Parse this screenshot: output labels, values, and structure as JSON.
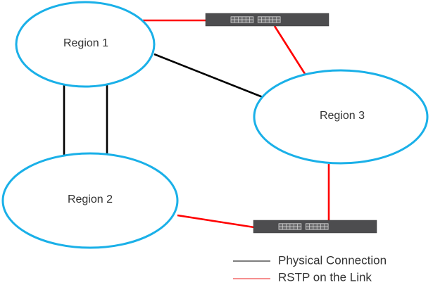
{
  "diagram": {
    "regions": [
      {
        "id": "region-1",
        "label": "Region 1"
      },
      {
        "id": "region-2",
        "label": "Region 2"
      },
      {
        "id": "region-3",
        "label": "Region 3"
      }
    ],
    "switches": [
      {
        "id": "switch-top",
        "port_rows": 2,
        "port_columns_per_block": 6,
        "port_blocks": 2
      },
      {
        "id": "switch-bottom",
        "port_rows": 2,
        "port_columns_per_block": 6,
        "port_blocks": 2
      }
    ],
    "links": [
      {
        "from": "region-1",
        "to": "switch-top",
        "type": "rstp"
      },
      {
        "from": "switch-top",
        "to": "region-3",
        "type": "rstp"
      },
      {
        "from": "region-1",
        "to": "region-3",
        "type": "physical"
      },
      {
        "from": "region-1",
        "to": "region-2",
        "type": "physical"
      },
      {
        "from": "region-1",
        "to": "region-2",
        "type": "physical"
      },
      {
        "from": "region-3",
        "to": "switch-bottom",
        "type": "rstp"
      },
      {
        "from": "region-2",
        "to": "switch-bottom",
        "type": "rstp"
      }
    ],
    "colors": {
      "region_outline": "#1ab0e8",
      "physical_link": "#000000",
      "rstp_link": "#ff0000",
      "legend_physical": "#555555",
      "legend_rstp": "#f46a6a",
      "switch_body": "#4d4d4f"
    }
  },
  "legend": {
    "items": [
      {
        "type": "physical",
        "label": "Physical Connection"
      },
      {
        "type": "rstp",
        "label": "RSTP on the Link"
      }
    ]
  }
}
